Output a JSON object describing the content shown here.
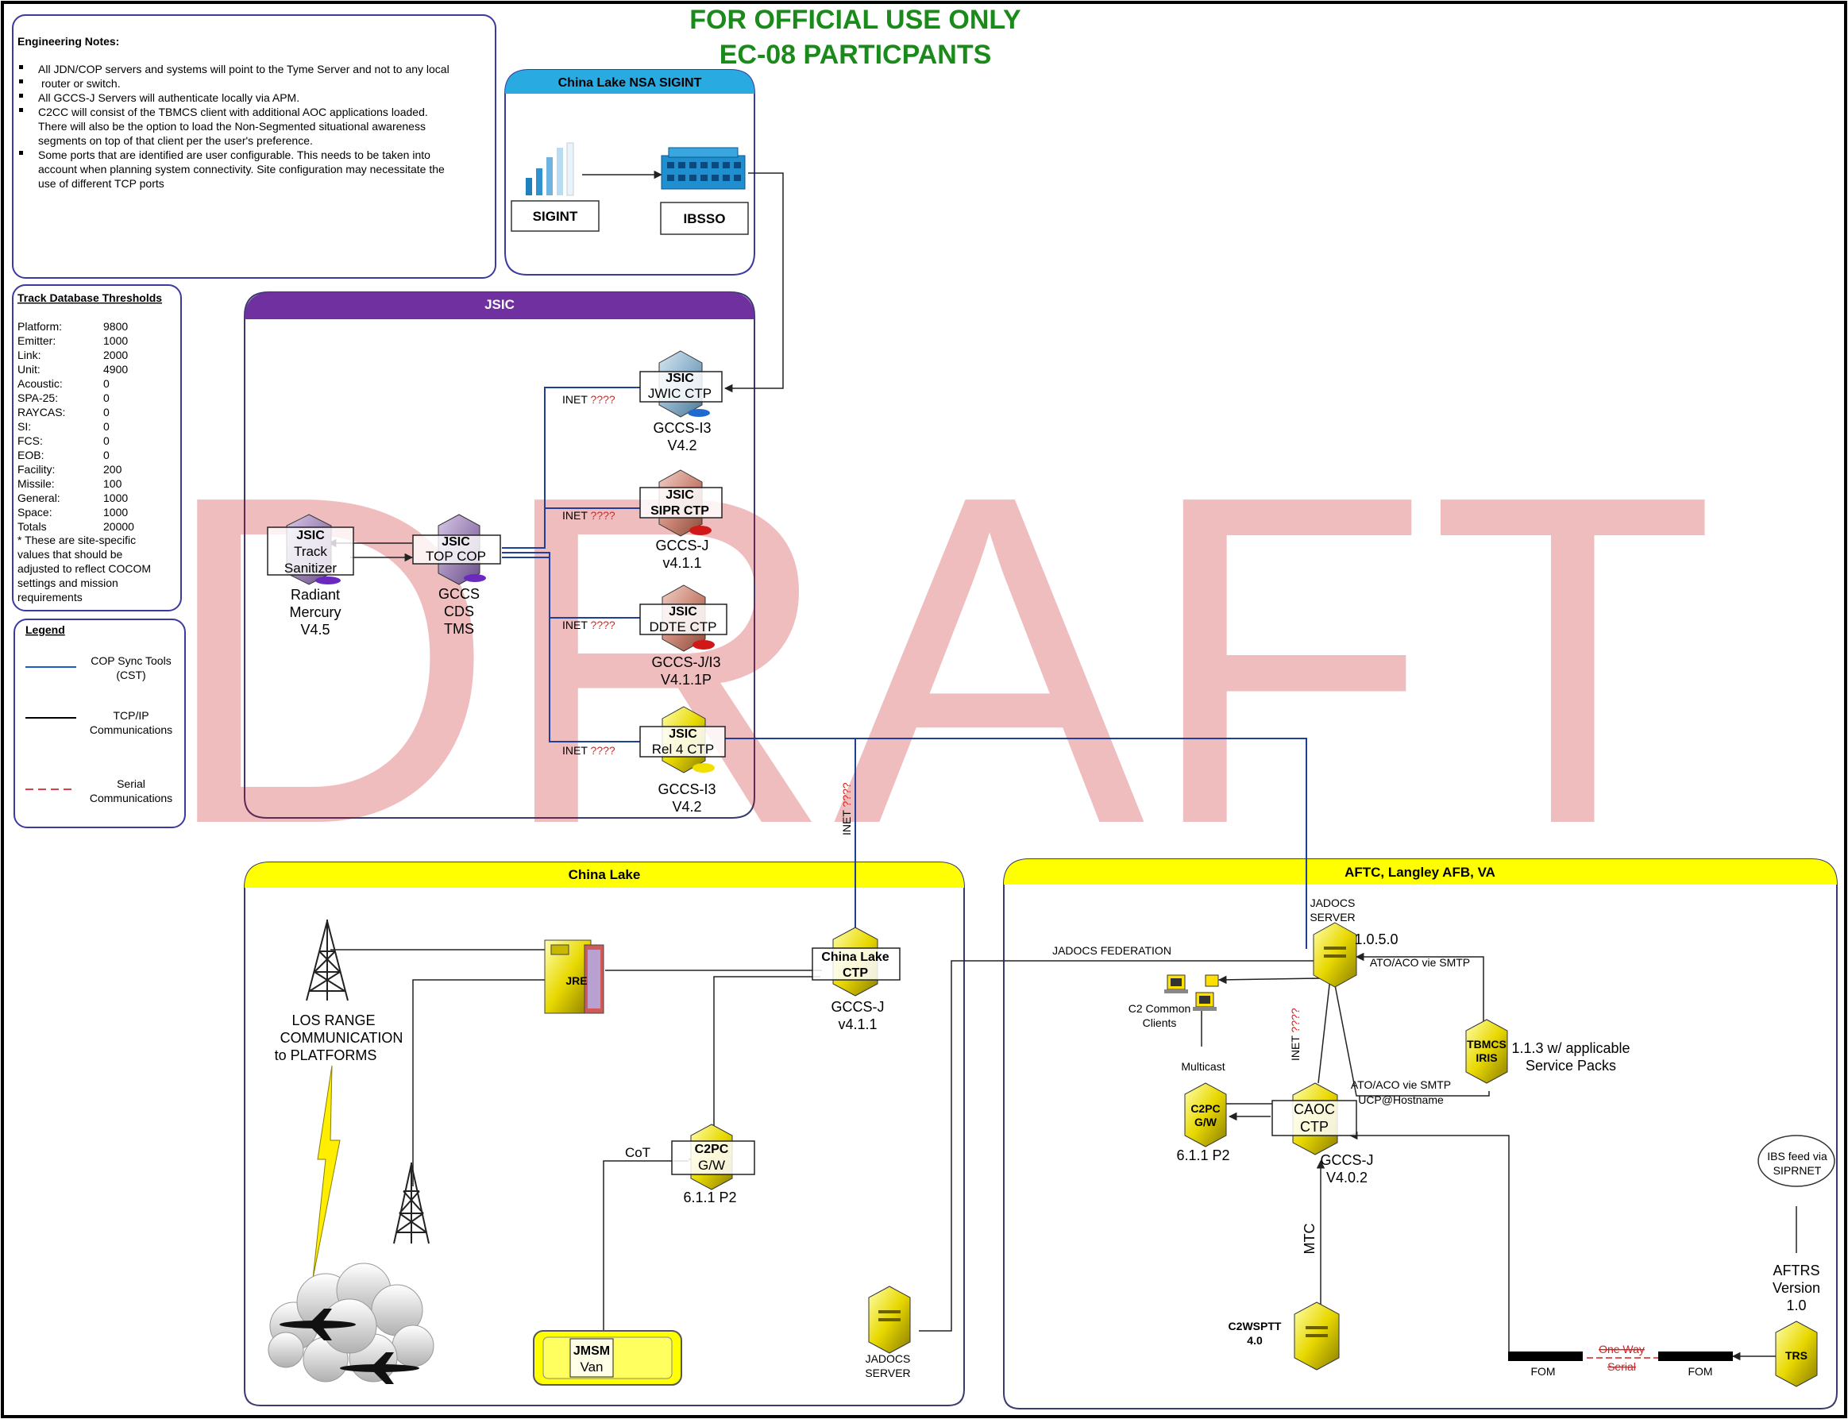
{
  "header": {
    "line1": "FOR OFFICIAL USE ONLY",
    "line2": "EC-08 PARTICPANTS"
  },
  "watermark": "DRAFT",
  "engineering_notes": {
    "title": "Engineering Notes:",
    "lines": [
      "All JDN/COP servers and systems will point to the Tyme Server and not to any local",
      "router or switch.",
      "All GCCS-J Servers will authenticate locally via APM.",
      "C2CC will consist of the TBMCS client with additional AOC applications loaded.",
      "There will also be the option to load the Non-Segmented situational awareness",
      "segments on top of that client per the user's preference.",
      "Some ports that are identified are user configurable.  This needs to be taken into",
      "account when planning system connectivity.  Site configuration may necessitate the",
      "use of different TCP ports"
    ]
  },
  "thresholds": {
    "title": "Track Database Thresholds",
    "rows": [
      {
        "k": "Platform:",
        "v": "9800"
      },
      {
        "k": "Emitter:",
        "v": "1000"
      },
      {
        "k": "Link:",
        "v": "2000"
      },
      {
        "k": "Unit:",
        "v": "4900"
      },
      {
        "k": "Acoustic:",
        "v": "0"
      },
      {
        "k": "SPA-25:",
        "v": "0"
      },
      {
        "k": "RAYCAS:",
        "v": "0"
      },
      {
        "k": "SI:",
        "v": "0"
      },
      {
        "k": "FCS:",
        "v": "0"
      },
      {
        "k": "EOB:",
        "v": "0"
      },
      {
        "k": "Facility:",
        "v": "200"
      },
      {
        "k": "Missile:",
        "v": "100"
      },
      {
        "k": "General:",
        "v": "1000"
      },
      {
        "k": "Space:",
        "v": "1000"
      },
      {
        "k": "Totals",
        "v": "20000"
      }
    ],
    "note": [
      "* These are site-specific",
      "values that should be",
      "adjusted to reflect COCOM",
      "settings and mission",
      "requirements"
    ]
  },
  "legend": {
    "title": "Legend",
    "cst": [
      "COP Sync Tools",
      "(CST)"
    ],
    "tcp": [
      "TCP/IP",
      "Communications"
    ],
    "serial": [
      "Serial",
      "Communications"
    ]
  },
  "sigint_box": {
    "title": "China Lake NSA SIGINT",
    "sigint": "SIGINT",
    "ibsso": "IBSSO"
  },
  "jsic_box": {
    "title": "JSIC",
    "sanitizer": {
      "l1": "JSIC",
      "l2": "Track",
      "l3": "Sanitizer",
      "c1": "Radiant",
      "c2": "Mercury",
      "c3": "V4.5"
    },
    "topcop": {
      "l1": "JSIC",
      "l2": "TOP COP",
      "c1": "GCCS",
      "c2": "CDS",
      "c3": "TMS"
    },
    "jwic": {
      "l1": "JSIC",
      "l2": "JWIC CTP",
      "c1": "GCCS-I3",
      "c2": "V4.2"
    },
    "sipr": {
      "l1": "JSIC",
      "l2": "SIPR CTP",
      "c1": "GCCS-J",
      "c2": "v4.1.1"
    },
    "ddte": {
      "l1": "JSIC",
      "l2": "DDTE CTP",
      "c1": "GCCS-J/I3",
      "c2": "V4.1.1P"
    },
    "rel4": {
      "l1": "JSIC",
      "l2": "Rel 4 CTP",
      "c1": "GCCS-I3",
      "c2": "V4.2"
    },
    "inet": "INET",
    "qmarks": "????"
  },
  "chinalake_box": {
    "title": "China Lake",
    "los": [
      "LOS RANGE",
      "COMMUNICATION",
      "to PLATFORMS"
    ],
    "jre": "JRE",
    "ctp": {
      "l1": "China Lake",
      "l2": "CTP",
      "c1": "GCCS-J",
      "c2": "v4.1.1"
    },
    "c2pc": {
      "l1": "C2PC",
      "l2": "G/W",
      "c1": "6.1.1 P2"
    },
    "cot": "CoT",
    "jmsm": {
      "l1": "JMSM",
      "l2": "Van"
    },
    "jadocs": [
      "JADOCS",
      "SERVER"
    ]
  },
  "aftc_box": {
    "title": "AFTC, Langley AFB, VA",
    "jadocs_server": [
      "JADOCS",
      "SERVER"
    ],
    "jadocs_ver": "1.0.5.0",
    "federation": "JADOCS FEDERATION",
    "ato1": "ATO/ACO vie SMTP",
    "ato2": "ATO/ACO vie SMTP",
    "ucp": "UCP@Hostname",
    "c2common": [
      "C2 Common",
      "Clients"
    ],
    "multicast": "Multicast",
    "c2pc": {
      "l1": "C2PC",
      "l2": "G/W",
      "c1": "6.1.1 P2"
    },
    "caoc": {
      "l1": "CAOC",
      "l2": "CTP",
      "c1": "GCCS-J",
      "c2": "V4.0.2"
    },
    "tbmcs": {
      "l1": "TBMCS",
      "l2": "IRIS",
      "c1": "1.1.3 w/ applicable",
      "c2": "Service Packs"
    },
    "mtc": "MTC",
    "c2wspTT": [
      "C2WSPTT",
      "4.0"
    ],
    "ibs_feed": [
      "IBS feed via",
      "SIPRNET"
    ],
    "aftrs": [
      "AFTRS",
      "Version",
      "1.0"
    ],
    "trs": "TRS",
    "fom": "FOM",
    "one_way": [
      "One Way",
      "Serial"
    ]
  },
  "colors": {
    "header_green": "#1a8a1a",
    "jsic_purple": "#7030a0",
    "sigint_blue": "#29aae1",
    "yellow": "#ffff00",
    "cst_blue": "#1f3f99",
    "draft_red": "#c00000",
    "qmark_red": "#dd2222"
  }
}
